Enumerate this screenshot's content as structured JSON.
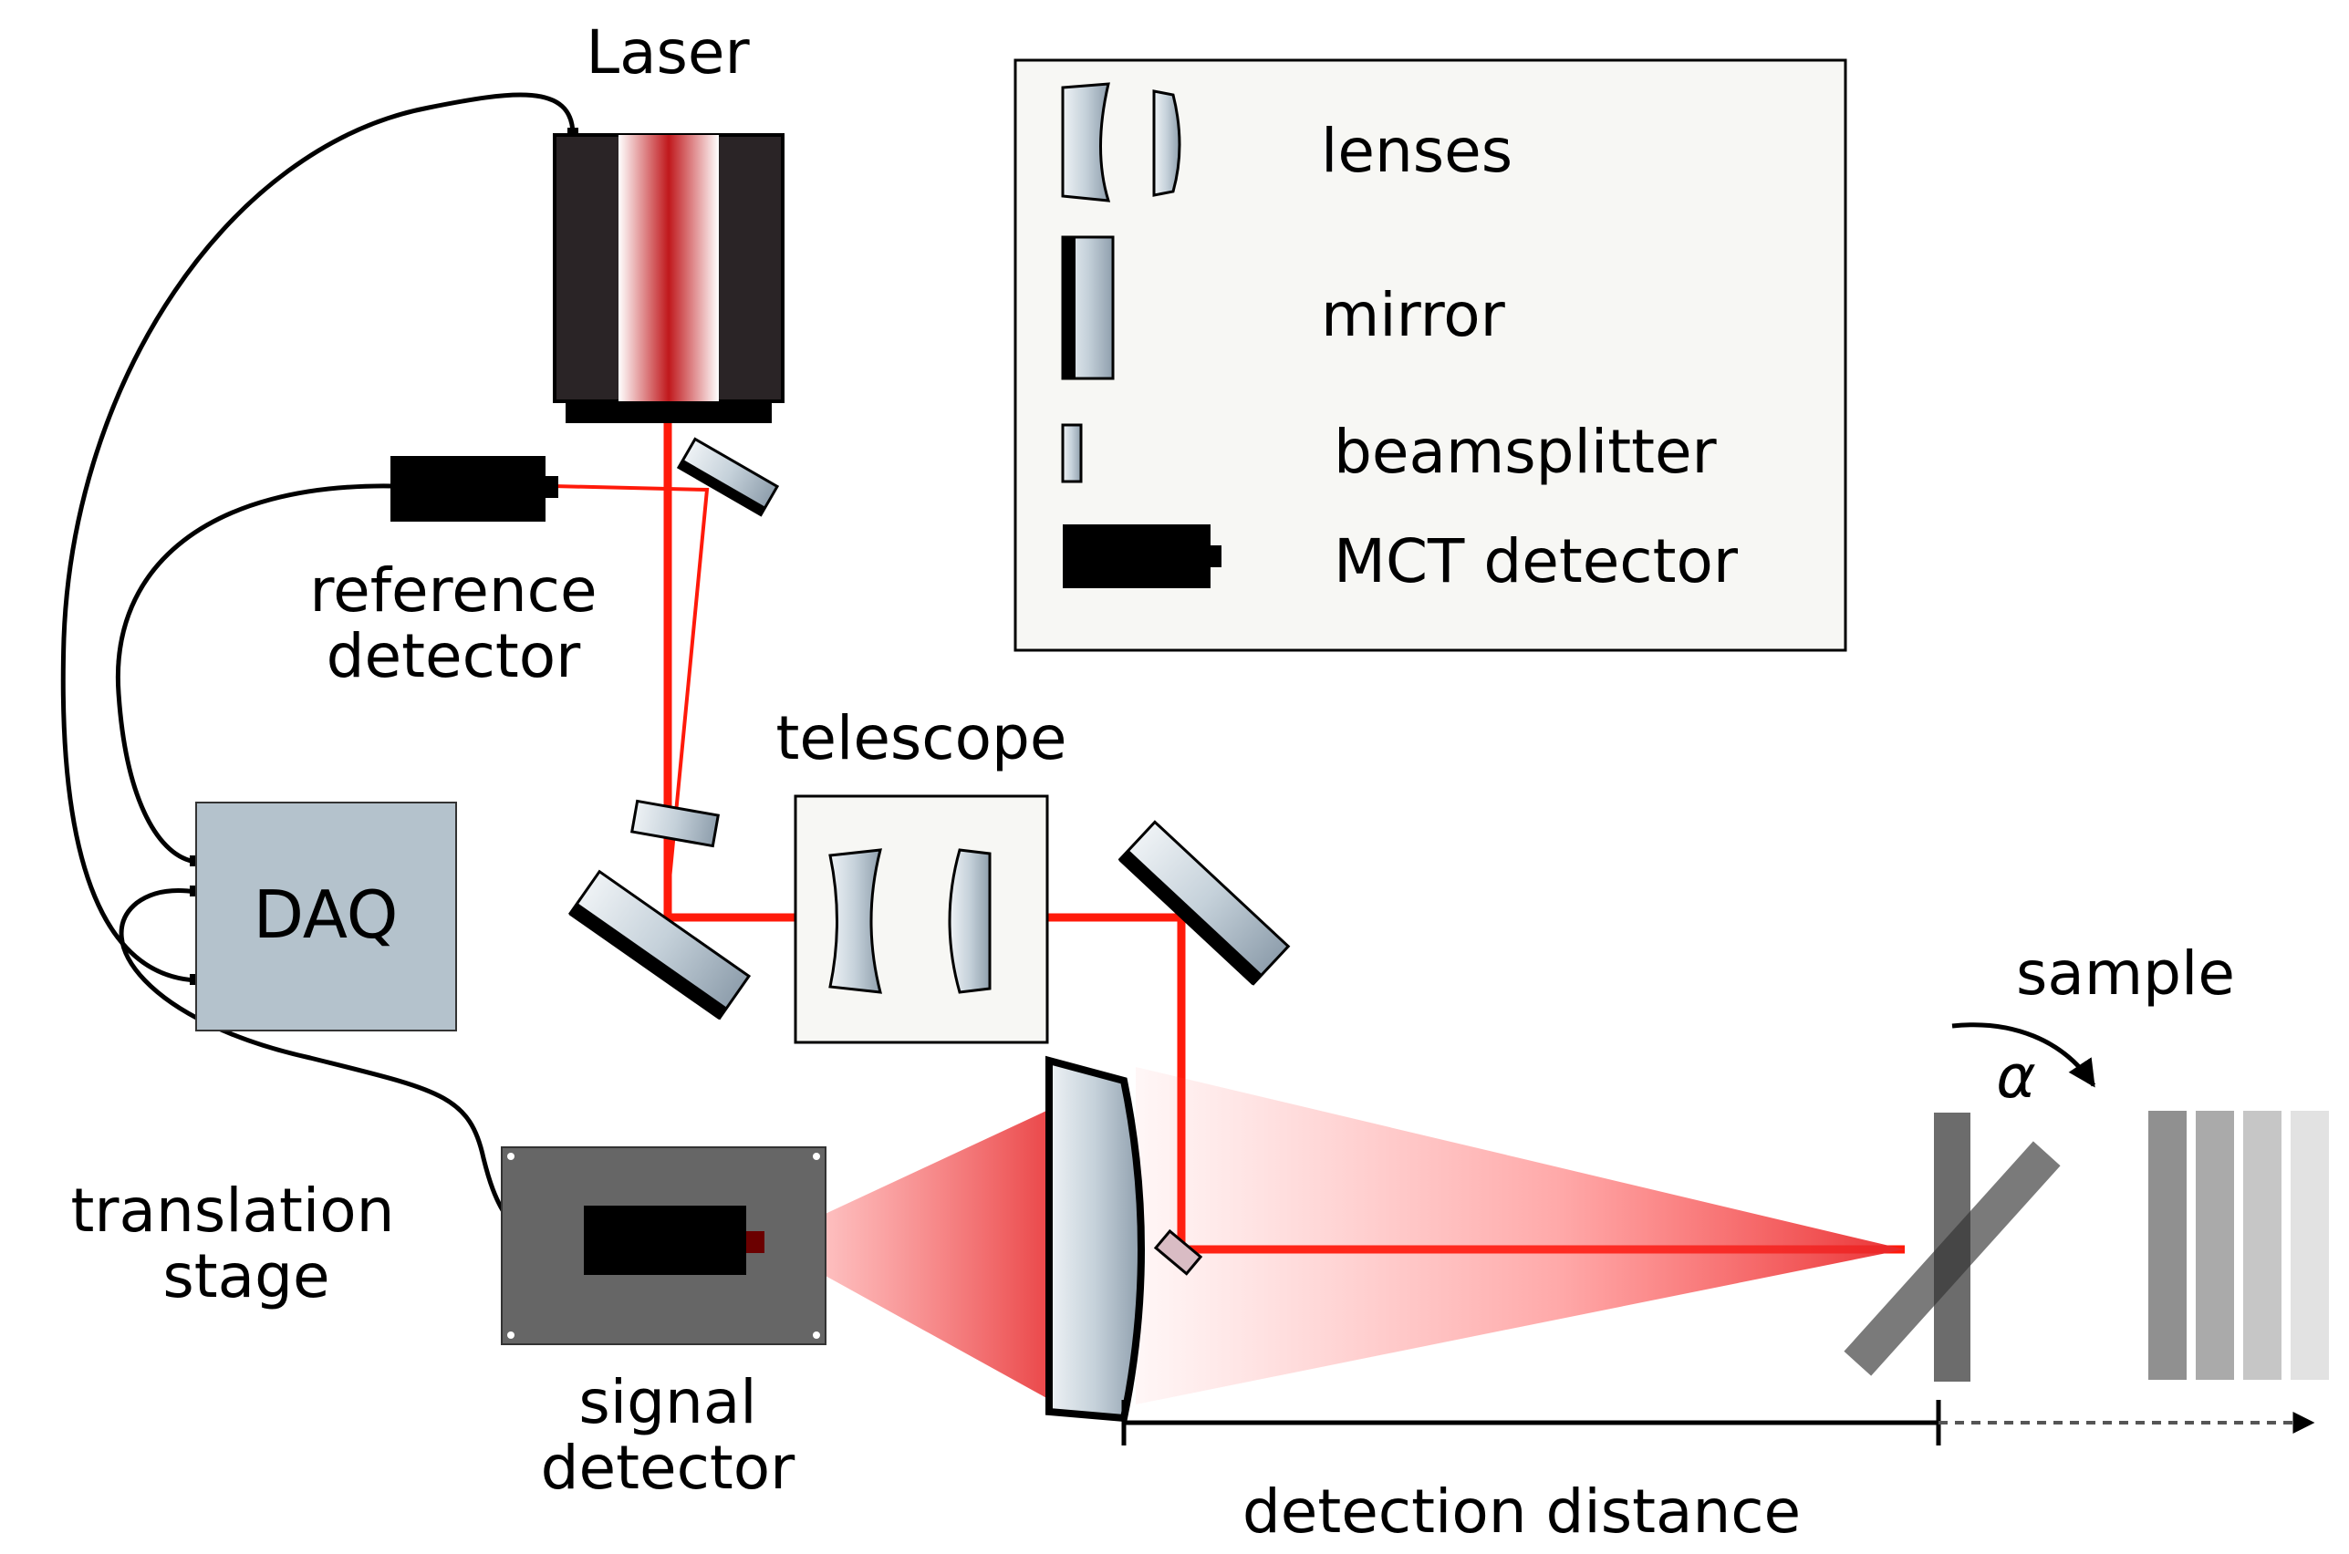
{
  "labels": {
    "laser": "Laser",
    "reference_detector_line1": "reference",
    "reference_detector_line2": "detector",
    "daq": "DAQ",
    "telescope": "telescope",
    "translation_stage_line1": "translation",
    "translation_stage_line2": "stage",
    "signal_detector_line1": "signal",
    "signal_detector_line2": "detector",
    "sample": "sample",
    "alpha": "α",
    "detection_distance": "detection distance"
  },
  "legend": {
    "lenses": "lenses",
    "mirror": "mirror",
    "beamsplitter": "beamsplitter",
    "mct_detector": "MCT detector"
  },
  "colors": {
    "beam": "#ff1a0a",
    "daq_box": "#b4c2cc",
    "stage_plate": "#666666",
    "detector_body": "#000000"
  }
}
